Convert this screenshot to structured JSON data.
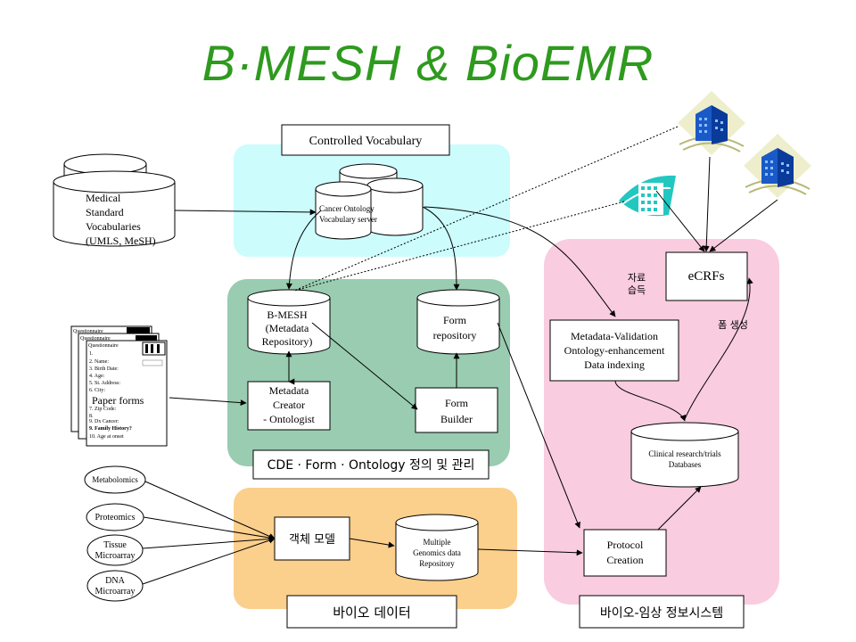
{
  "title": "B·MESH & BioEMR",
  "colors": {
    "title_green": "#2e9a1e",
    "cyan_panel": "#ccfcfc",
    "green_panel": "#99ccb0",
    "orange_panel": "#fbcf8c",
    "pink_panel": "#f9ccdf"
  },
  "labels": {
    "controlled_vocabulary": "Controlled Vocabulary",
    "cde_form_ontology": "CDE · Form · Ontology 정의 및 관리",
    "bio_data": "바이오 데이터",
    "bio_clinical_system": "바이오-임상 정보시스템"
  },
  "nodes": {
    "medical_standard": [
      "Medical",
      "Standard",
      "Vocabularies",
      "(UMLS, MeSH)"
    ],
    "cancer_ontology": [
      "Cancer Ontology",
      "Vocabulary server"
    ],
    "bmesh": [
      "B-MESH",
      "(Metadata",
      "Repository)"
    ],
    "form_repository": [
      "Form",
      "repository"
    ],
    "metadata_creator": [
      "Metadata",
      "Creator",
      "- Ontologist"
    ],
    "form_builder": [
      "Form",
      "Builder"
    ],
    "paper_forms": "Paper forms",
    "metabolomics": "Metabolomics",
    "proteomics": "Proteomics",
    "tissue_microarray": [
      "Tissue",
      "Microarray"
    ],
    "dna_microarray": [
      "DNA",
      "Microarray"
    ],
    "object_model": "객체 모델",
    "multiple_genomics": [
      "Multiple",
      "Genomics data",
      "Repository"
    ],
    "protocol_creation": [
      "Protocol",
      "Creation"
    ],
    "ecrfs": "eCRFs",
    "metadata_validation": [
      "Metadata-Validation",
      "Ontology-enhancement",
      "Data indexing"
    ],
    "clinical_db": [
      "Clinical research/trials",
      "Databases"
    ]
  },
  "edge_labels": {
    "data_acquisition": [
      "자료",
      "습득"
    ],
    "form_generation": "폼 생성"
  },
  "paper_form": {
    "header": "Questionnaire",
    "fields": [
      "1.",
      "2.  Name:",
      "3.  Birth Date:",
      "4.  Age:",
      "5.  St. Address:",
      "6.  City:",
      "7.  Zip Code:",
      "8.",
      "9.  Dx Cancer:",
      "9.  Family History?",
      "10. Age at onset"
    ]
  },
  "icons": [
    "hospital-building-icon",
    "hospital-building-icon",
    "hospital-building-icon"
  ]
}
